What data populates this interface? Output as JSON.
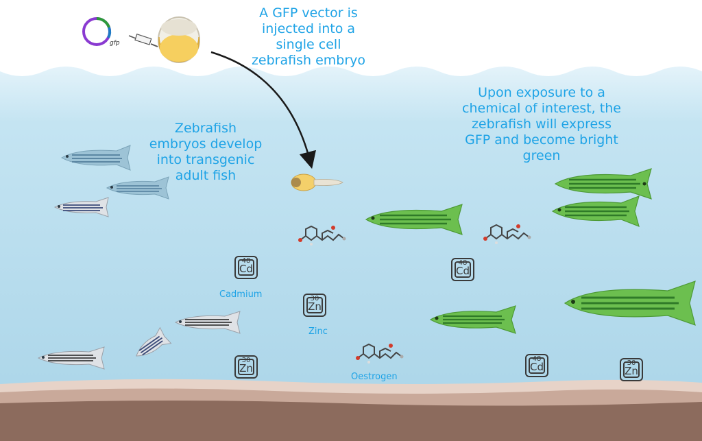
{
  "captions": {
    "vector": [
      "A GFP vector is",
      "injected into a",
      "single cell",
      "zebrafish embryo"
    ],
    "develop": [
      "Zebrafish",
      "embryos develop",
      "into transgenic",
      "adult fish"
    ],
    "exposure": [
      "Upon exposure to a",
      "chemical of interest, the",
      "zebrafish will express",
      "GFP and become bright",
      "green"
    ]
  },
  "plasmid_label": "gfp",
  "chemicals": {
    "cadmium": {
      "number": "48",
      "symbol": "Cd",
      "name": "Cadmium"
    },
    "zinc": {
      "number": "30",
      "symbol": "Zn",
      "name": "Zinc"
    },
    "oestrogen": {
      "name": "Oestrogen"
    }
  },
  "colors": {
    "caption": "#1ea3e6",
    "water_top": "#e4f3fa",
    "water_bottom": "#a9d4e8",
    "gfp_fish": "#6cbf4f",
    "sediment": "#8c6b5d"
  }
}
